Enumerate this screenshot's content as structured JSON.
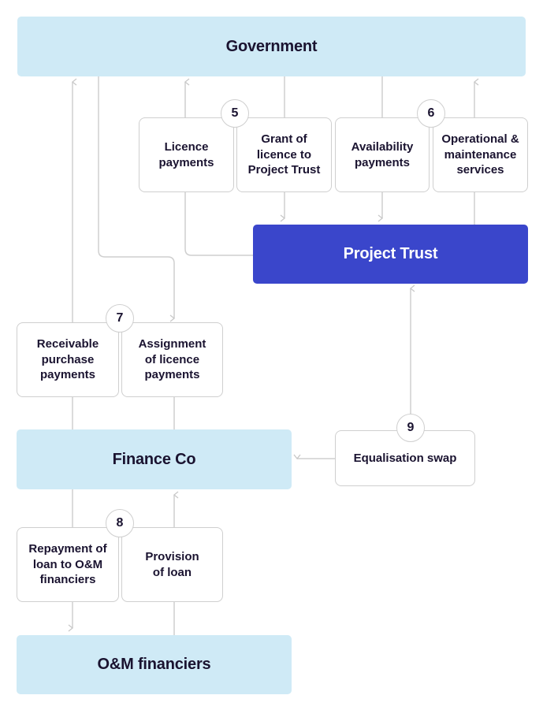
{
  "colors": {
    "entity_light": "#cfeaf6",
    "entity_dark": "#3a46cb",
    "text": "#1a1330",
    "line": "#cfcfcf"
  },
  "entities": {
    "government": "Government",
    "project_trust": "Project Trust",
    "finance_co": "Finance Co",
    "om_financiers": "O&M financiers"
  },
  "steps": [
    {
      "number": "5",
      "flows": [
        "Licence\npayments",
        "Grant of\nlicence to\nProject Trust"
      ]
    },
    {
      "number": "6",
      "flows": [
        "Availability\npayments",
        "Operational &\nmaintenance\nservices"
      ]
    },
    {
      "number": "7",
      "flows": [
        "Receivable\npurchase\npayments",
        "Assignment\nof licence\npayments"
      ]
    },
    {
      "number": "8",
      "flows": [
        "Repayment of\nloan to O&M\nfinanciers",
        "Provision\nof loan"
      ]
    },
    {
      "number": "9",
      "flows": [
        "Equalisation swap"
      ]
    }
  ]
}
